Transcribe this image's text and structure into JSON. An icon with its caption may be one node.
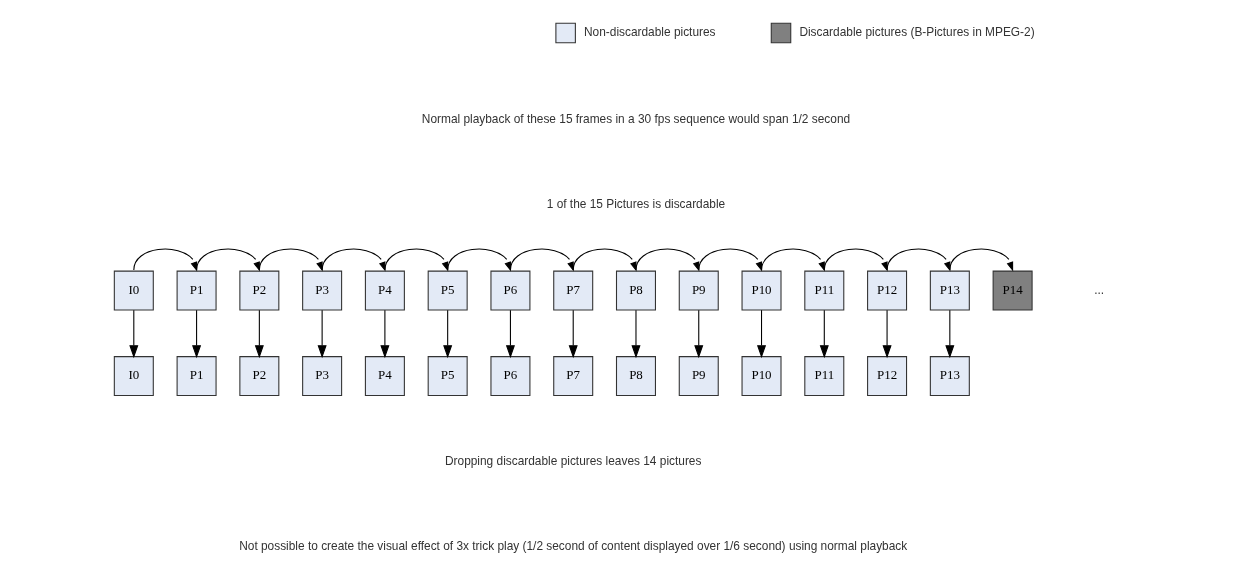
{
  "diagram": {
    "nodes": [
      {
        "text": [
          "I0"
        ]
      },
      {
        "text": [
          "P1"
        ]
      },
      {
        "text": [
          "P2"
        ]
      },
      {
        "text": [
          "P3"
        ]
      },
      {
        "text": [
          "P4"
        ]
      },
      {
        "text": [
          "P5"
        ]
      },
      {
        "text": [
          "P6"
        ]
      },
      {
        "text": [
          "P7"
        ]
      },
      {
        "text": [
          "P8"
        ]
      },
      {
        "text": [
          "P9"
        ]
      },
      {
        "text": [
          "P10"
        ]
      },
      {
        "text": [
          "P11"
        ]
      },
      {
        "text": [
          "P12"
        ]
      },
      {
        "text": [
          "P13"
        ]
      },
      {
        "text": [
          "P14"
        ]
      },
      {
        "text": [
          "I0"
        ]
      },
      {
        "text": [
          "P1"
        ]
      },
      {
        "text": [
          "P2"
        ]
      },
      {
        "text": [
          "P3"
        ]
      },
      {
        "text": [
          "P4"
        ]
      },
      {
        "text": [
          "P5"
        ]
      },
      {
        "text": [
          "P6"
        ]
      },
      {
        "text": [
          "P7"
        ]
      },
      {
        "text": [
          "P8"
        ]
      },
      {
        "text": [
          "P9"
        ]
      },
      {
        "text": [
          "P10"
        ]
      },
      {
        "text": [
          "P11"
        ]
      },
      {
        "text": [
          "P12"
        ]
      },
      {
        "text": [
          "P13"
        ]
      }
    ],
    "edges": [
      {
        "from": 0,
        "to": 1,
        "arrow": "to"
      },
      {
        "from": 1,
        "to": 2,
        "arrow": "to"
      },
      {
        "from": 2,
        "to": 3,
        "arrow": "to"
      },
      {
        "from": 3,
        "to": 4,
        "arrow": "to"
      },
      {
        "from": 4,
        "to": 5,
        "arrow": "to"
      },
      {
        "from": 5,
        "to": 6,
        "arrow": "to"
      },
      {
        "from": 6,
        "to": 7,
        "arrow": "to"
      },
      {
        "from": 7,
        "to": 8,
        "arrow": "to"
      },
      {
        "from": 8,
        "to": 9,
        "arrow": "to"
      },
      {
        "from": 9,
        "to": 10,
        "arrow": "to"
      },
      {
        "from": 10,
        "to": 11,
        "arrow": "to"
      },
      {
        "from": 11,
        "to": 12,
        "arrow": "to"
      },
      {
        "from": 12,
        "to": 13,
        "arrow": "to"
      },
      {
        "from": 13,
        "to": 14,
        "arrow": "to"
      },
      {
        "from": 0,
        "to": 15,
        "arrow": "to"
      },
      {
        "from": 1,
        "to": 16,
        "arrow": "to"
      },
      {
        "from": 2,
        "to": 17,
        "arrow": "to"
      },
      {
        "from": 3,
        "to": 18,
        "arrow": "to"
      },
      {
        "from": 4,
        "to": 19,
        "arrow": "to"
      },
      {
        "from": 5,
        "to": 20,
        "arrow": "to"
      },
      {
        "from": 6,
        "to": 21,
        "arrow": "to"
      },
      {
        "from": 7,
        "to": 22,
        "arrow": "to"
      },
      {
        "from": 8,
        "to": 23,
        "arrow": "to"
      },
      {
        "from": 9,
        "to": 24,
        "arrow": "to"
      },
      {
        "from": 10,
        "to": 25,
        "arrow": "to"
      },
      {
        "from": 11,
        "to": 26,
        "arrow": "to"
      },
      {
        "from": 12,
        "to": 27,
        "arrow": "to"
      },
      {
        "from": 13,
        "to": 28,
        "arrow": "to"
      }
    ],
    "labels": [
      "Normal playback of these 15 frames in a 30 fps sequence would span 1/2 second",
      "1 of the 15 Pictures is discardable",
      "...",
      "Dropping discardable pictures leaves 14 pictures",
      "Not possible to create the visual effect of 3x trick play (1/2 second of content displayed over 1/6 second) using normal playback"
    ],
    "legend": [
      {
        "text": "Non-discardable pictures",
        "color": "#e3eaf6"
      },
      {
        "text": "Discardable pictures (B-Pictures in MPEG-2)",
        "color": "#808080"
      }
    ]
  }
}
